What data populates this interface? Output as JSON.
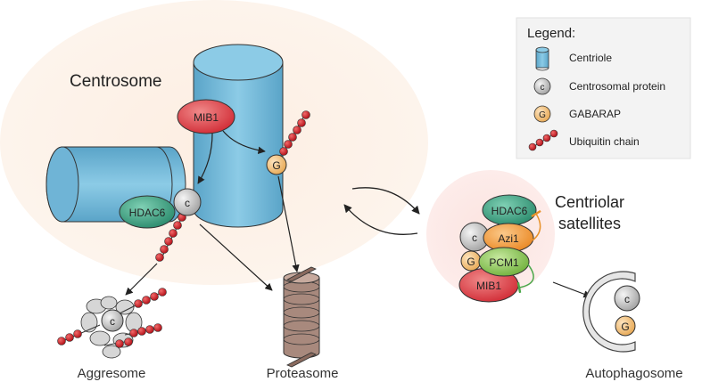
{
  "labels": {
    "centrosome": "Centrosome",
    "centriolar_satellites_line1": "Centriolar",
    "centriolar_satellites_line2": "satellites",
    "aggresome": "Aggresome",
    "proteasome": "Proteasome",
    "autophagosome": "Autophagosome"
  },
  "proteins": {
    "mib1": "MIB1",
    "hdac6": "HDAC6",
    "azi1": "Azi1",
    "pcm1": "PCM1",
    "c": "c",
    "g": "G"
  },
  "legend": {
    "title": "Legend:",
    "items": [
      {
        "label": "Centriole",
        "icon": "centriole-icon"
      },
      {
        "label": "Centrosomal protein",
        "icon": "centrosomal-protein-icon"
      },
      {
        "label": "GABARAP",
        "icon": "gabarap-icon"
      },
      {
        "label": "Ubiquitin chain",
        "icon": "ubiquitin-chain-icon"
      }
    ]
  },
  "colors": {
    "centrosome_halo": "#fdf0e6",
    "satellite_halo": "#fbe4e0",
    "centriole": "#6fb4d6",
    "mib1": "#e0474c",
    "hdac6": "#3aa386",
    "azi1": "#f29a3c",
    "pcm1": "#8bc45a",
    "gabarap": "#f7c98a",
    "ubiquitin": "#c8161d",
    "proteasome": "#9e7f74"
  }
}
